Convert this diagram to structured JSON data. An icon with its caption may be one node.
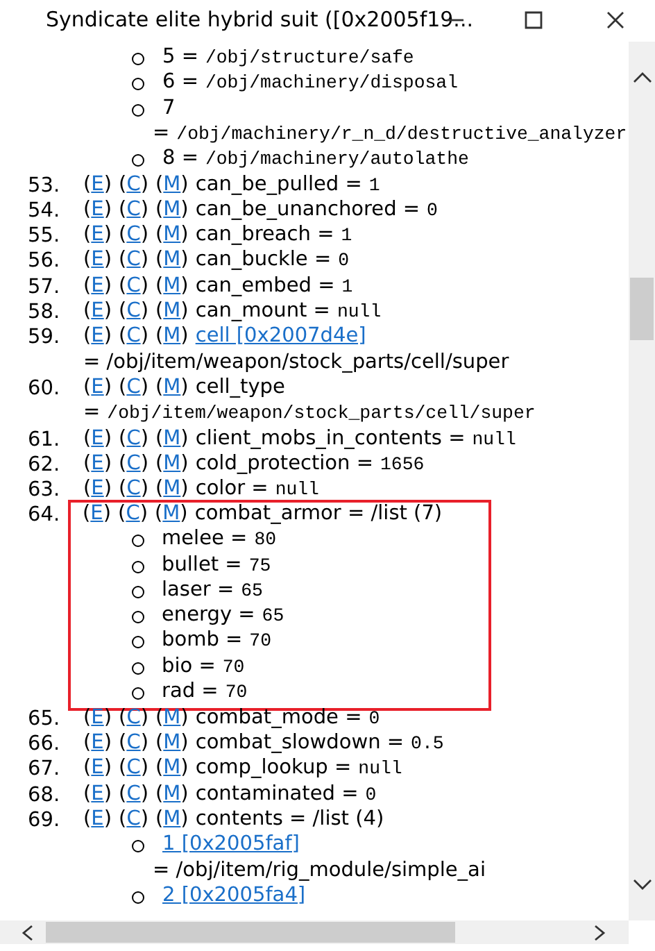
{
  "diagram": {
    "title": "Syndicate elite hybrid suit ([0x2005f19...",
    "nodes": [
      {
        "text": [
          "(E)",
          "(C)",
          "(M)",
          "combat_armor = /list (7)",
          "melee =",
          "80",
          "bullet =",
          "75",
          "laser =",
          "65",
          "energy =",
          "65",
          "bomb =",
          "70",
          "bio =",
          "70",
          "rad =",
          "70"
        ]
      }
    ],
    "edges": [],
    "labels": [
      "5 =",
      "/obj/structure/safe",
      "6 =",
      "/obj/machinery/disposal",
      "7",
      "=",
      "/obj/machinery/r_n_d/destructive_analyzer",
      "8 =",
      "/obj/machinery/autolathe",
      "53.",
      "(E)",
      "(C)",
      "(M)",
      "can_be_pulled =",
      "1",
      "54.",
      "(E)",
      "(C)",
      "(M)",
      "can_be_unanchored =",
      "0",
      "55.",
      "(E)",
      "(C)",
      "(M)",
      "can_breach =",
      "1",
      "56.",
      "(E)",
      "(C)",
      "(M)",
      "can_buckle =",
      "0",
      "57.",
      "(E)",
      "(C)",
      "(M)",
      "can_embed =",
      "1",
      "58.",
      "(E)",
      "(C)",
      "(M)",
      "can_mount =",
      "null",
      "59.",
      "(E)",
      "(C)",
      "(M)",
      "cell [0x2007d4e]",
      "= /obj/item/weapon/stock_parts/cell/super",
      "60.",
      "(E)",
      "(C)",
      "(M)",
      "cell_type",
      "=",
      "/obj/item/weapon/stock_parts/cell/super",
      "61.",
      "(E)",
      "(C)",
      "(M)",
      "client_mobs_in_contents =",
      "null",
      "62.",
      "(E)",
      "(C)",
      "(M)",
      "cold_protection =",
      "1656",
      "63.",
      "(E)",
      "(C)",
      "(M)",
      "color =",
      "null",
      "64.",
      "65.",
      "(E)",
      "(C)",
      "(M)",
      "combat_mode =",
      "0",
      "66.",
      "(E)",
      "(C)",
      "(M)",
      "combat_slowdown =",
      "0.5",
      "67.",
      "(E)",
      "(C)",
      "(M)",
      "comp_lookup =",
      "null",
      "68.",
      "(E)",
      "(C)",
      "(M)",
      "contaminated =",
      "0",
      "69.",
      "(E)",
      "(C)",
      "(M)",
      "contents = /list (4)",
      "1 [0x2005faf]",
      "= /obj/item/rig_module/simple_ai",
      "2 [0x2005fa4]"
    ]
  }
}
